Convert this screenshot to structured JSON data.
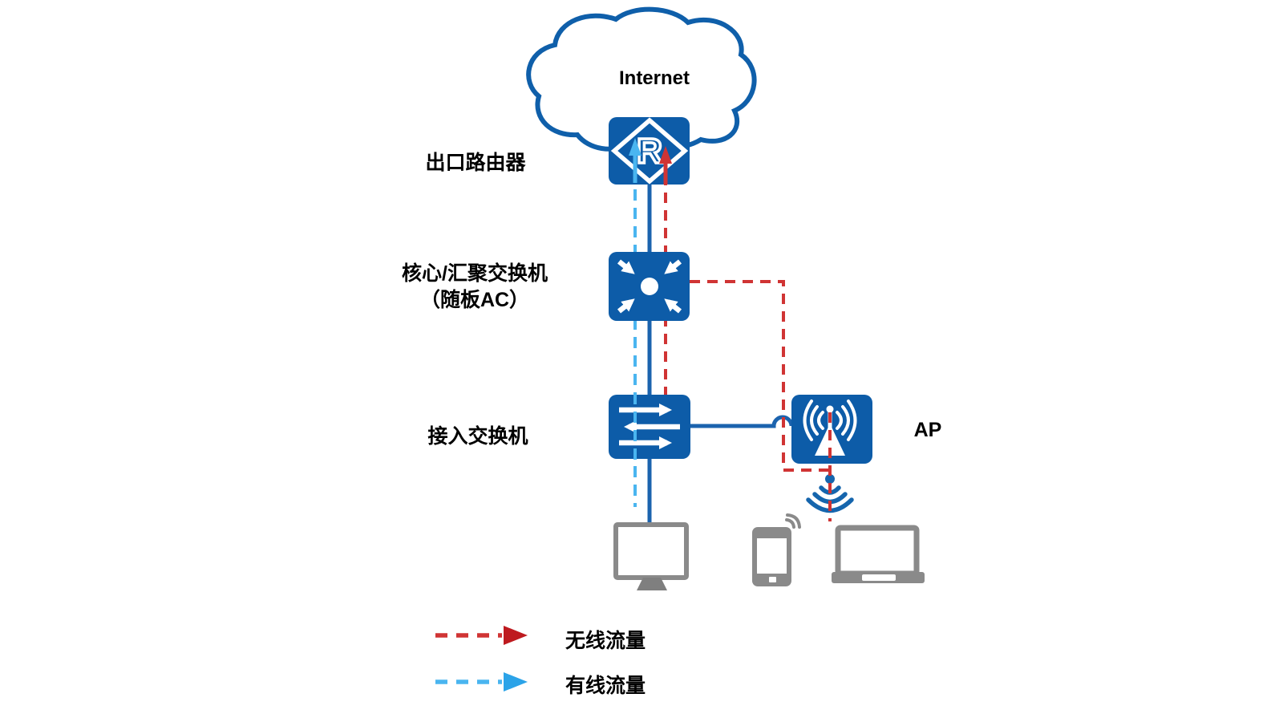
{
  "diagram": {
    "internet_label": "Internet",
    "router_label": "出口路由器",
    "core_switch_label_line1": "核心/汇聚交换机",
    "core_switch_label_line2": "（随板AC）",
    "access_switch_label": "接入交换机",
    "ap_label": "AP",
    "router_glyph": "R"
  },
  "legend": {
    "wireless_label": "无线流量",
    "wired_label": "有线流量"
  },
  "colors": {
    "device_blue": "#0d5ca8",
    "connector_blue": "#1b63ae",
    "wired_dash_blue": "#4ab5f0",
    "wireless_dash_red": "#d03434",
    "legend_red_arrowhead": "#be1a1f",
    "legend_blue_arrowhead": "#2ba3e8",
    "device_gray": "#8a8a8a",
    "label_text": "#000000"
  },
  "icons": {
    "cloud-icon": "internet cloud outline",
    "router-icon": "blue square, white diamond with letter R",
    "core-switch-icon": "blue square, four white arrows converging on center dot",
    "access-switch-icon": "blue square, three horizontal exchange arrows",
    "ap-icon": "blue square, antenna mast with radio waves",
    "wifi-signal-icon": "blue dot with downward wireless arcs",
    "desktop-icon": "gray desktop monitor with stand",
    "phone-icon": "gray smartphone with wifi waves",
    "laptop-icon": "gray laptop"
  }
}
